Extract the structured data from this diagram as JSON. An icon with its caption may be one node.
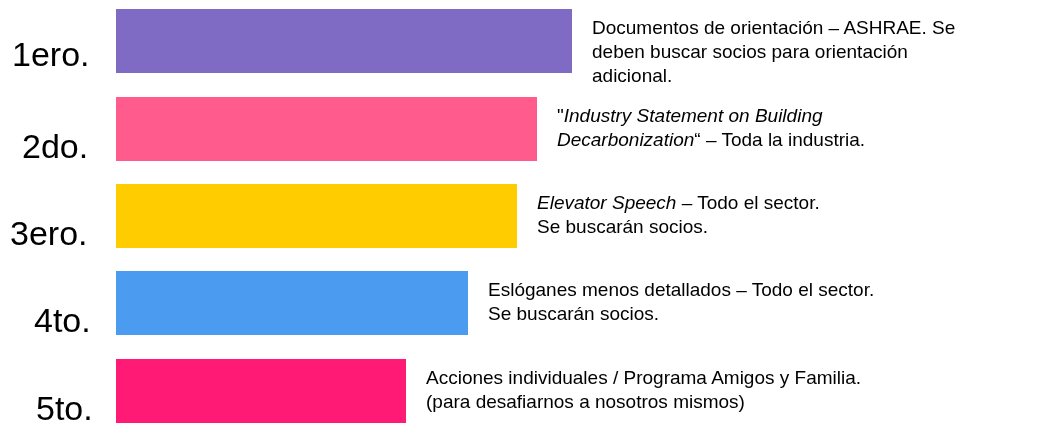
{
  "diagram": {
    "nodes": [
      {
        "text": [],
        "shape": "bar",
        "beside": [
          "1ero.",
          "Documentos de orientación – ASHRAE. Se deben buscar socios para orientación adicional."
        ]
      },
      {
        "text": [],
        "shape": "bar",
        "beside": [
          "2do.",
          "\"*Industry Statement on Building Decarbonization*“ – Toda la industria."
        ]
      },
      {
        "text": [],
        "shape": "bar",
        "beside": [
          "3ero.",
          "*Elevator Speech* – Todo el sector. Se buscarán socios."
        ]
      },
      {
        "text": [],
        "shape": "bar",
        "beside": [
          "4to.",
          "Eslóganes menos detallados – Todo el sector. Se buscarán socios."
        ]
      },
      {
        "text": [],
        "shape": "bar",
        "beside": [
          "5to.",
          "Acciones individuales / Programa Amigos y Familia. (para desafiarnos a nosotros mismos)"
        ]
      }
    ]
  }
}
